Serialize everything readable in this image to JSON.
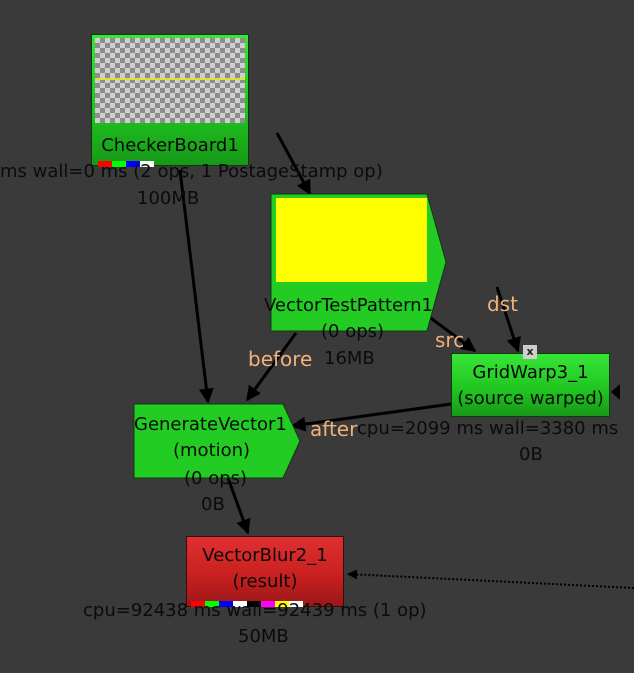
{
  "nodes": {
    "checkerboard": {
      "title": "CheckerBoard1",
      "info": "ms wall=0 ms  (2 ops, 1 PostageStamp op)",
      "memory": "100MB"
    },
    "vector_test_pattern": {
      "title": "VectorTestPattern1",
      "ops": "(0 ops)",
      "memory": "16MB"
    },
    "grid_warp": {
      "title": "GridWarp3_1",
      "subtitle": "(source warped)",
      "close_label": "x",
      "info": "cpu=2099 ms wall=3380 ms",
      "memory": "0B"
    },
    "generate_vector": {
      "title": "GenerateVector1",
      "subtitle": "(motion)",
      "ops": "(0 ops)",
      "memory": "0B"
    },
    "vector_blur": {
      "title": "VectorBlur2_1",
      "subtitle": "(result)",
      "info": "cpu=92438 ms wall=92439 ms  (1 op)",
      "memory": "50MB"
    }
  },
  "edge_labels": {
    "dst": "dst",
    "src": "src",
    "before": "before",
    "after": "after"
  },
  "colors": {
    "canvas": "#3a3a3a",
    "node_green": "#22cc22",
    "node_red": "#cc2222",
    "edge_label": "#f0b27a",
    "thumbnail_yellow": "#ffff00"
  }
}
